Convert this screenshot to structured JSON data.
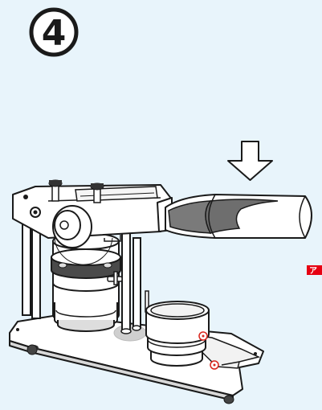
{
  "step": {
    "number": "4"
  },
  "arrow": {
    "direction": "down"
  },
  "cut_label": {
    "text": "ア"
  },
  "colors": {
    "background": "#e8f4fb",
    "line": "#1a1a1a",
    "grip": "#7a7a7a",
    "label_red": "#e60012",
    "marker_red": "#d9251c"
  }
}
